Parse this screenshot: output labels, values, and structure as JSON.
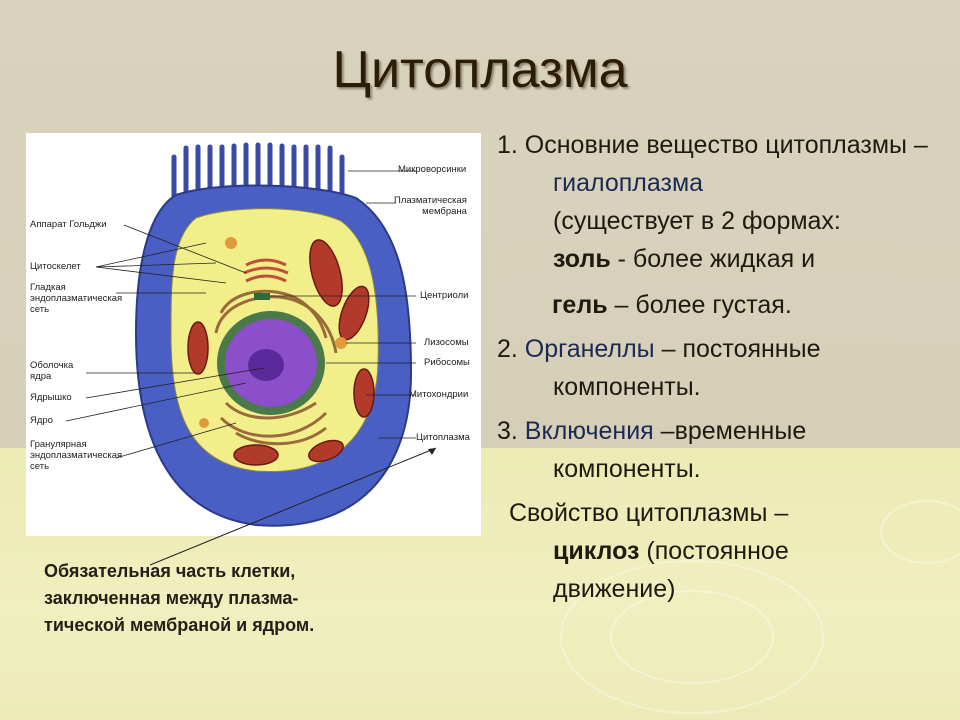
{
  "slide": {
    "title": "Цитоплазма",
    "caption": "Обязательная часть клетки,\nзаключенная между плазма-\nтической мембраной и ядром."
  },
  "figure": {
    "labels": {
      "microvilli": "Микроворсинки",
      "plasma_membrane": "Плазматическая\nмембрана",
      "golgi": "Аппарат Гольджи",
      "cytoskeleton": "Цитоскелет",
      "smooth_er": "Гладкая\nэндоплазматическая\nсеть",
      "centrioles": "Центриоли",
      "lysosomes": "Лизосомы",
      "ribosomes": "Рибосомы",
      "nuclear_envelope": "Оболочка\nядра",
      "nucleolus": "Ядрышко",
      "nucleus": "Ядро",
      "mitochondria": "Митохондрии",
      "granular_er": "Гранулярная\nэндоплазматическая\nсеть",
      "cytoplasm": "Цитоплазма"
    }
  },
  "points": {
    "p1_num": "1. ",
    "p1_text": "Основние вещество цитоплазмы –",
    "p1_term": "гиалоплазма",
    "p1_forms": "(существует в 2 формах:",
    "p1_sol": "золь",
    "p1_sol_desc": " - более жидкая и",
    "p1_gel": "гель",
    "p1_gel_desc": " – более густая.",
    "p2_num": "2. ",
    "p2_term": "Органеллы",
    "p2_desc": " – постоянные",
    "p2_desc2": "компоненты.",
    "p3_num": "3. ",
    "p3_term": "Включения",
    "p3_desc": " –временные",
    "p3_desc2": "компоненты.",
    "p4_text": "Свойство цитоплазмы –",
    "p4_term": "циклоз",
    "p4_desc": " (постоянное",
    "p4_desc2": "движение)"
  },
  "colors": {
    "title": "#2b1d08",
    "membrane": "#4a5fc4",
    "cytoplasm": "#f2ef8a",
    "nucleus": "#8a4fc9",
    "mitochondria": "#b23a2a"
  }
}
